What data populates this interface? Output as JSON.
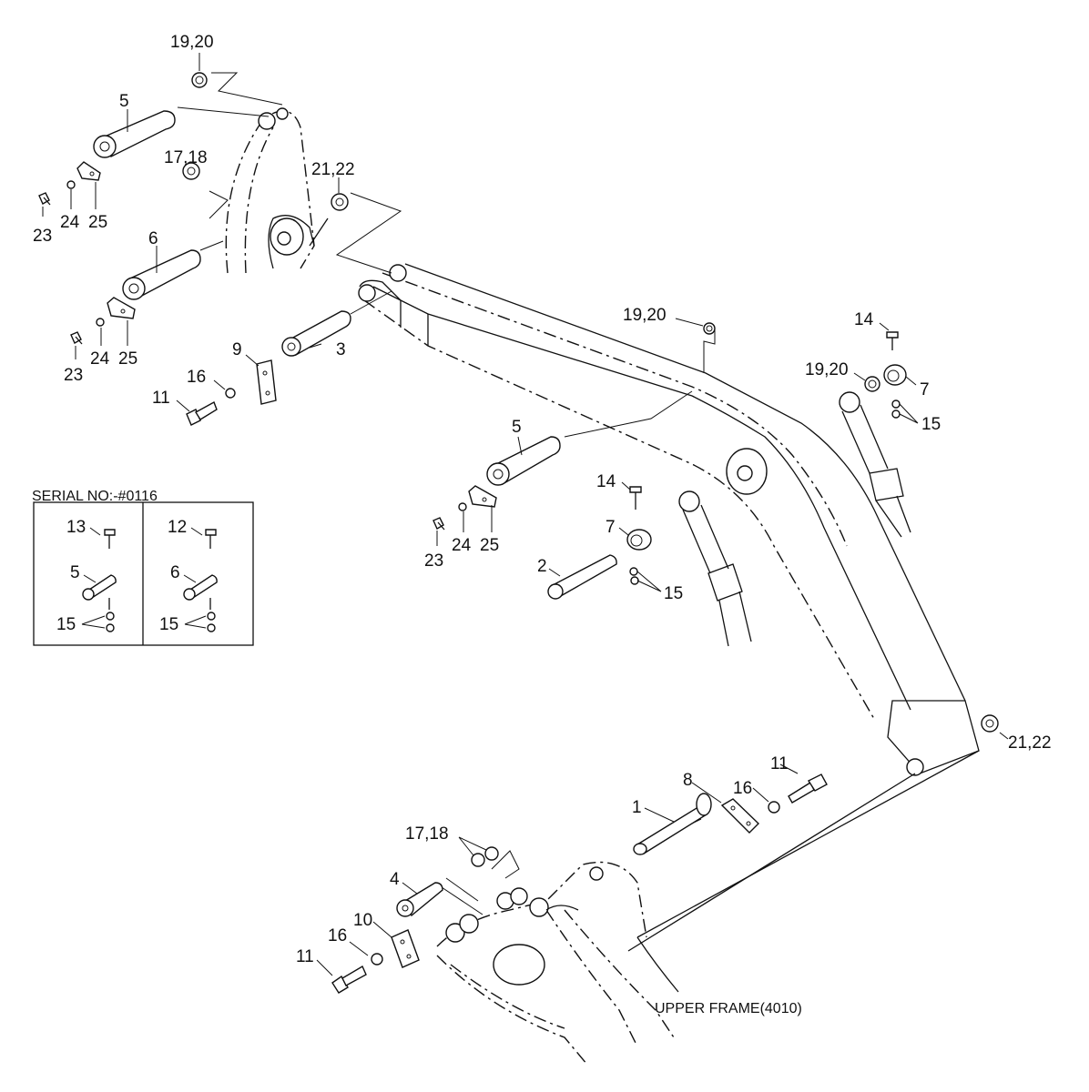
{
  "labels": {
    "l_19_20_top": "19,20",
    "l_5_top": "5",
    "l_17_18_top": "17,18",
    "l_21_22_top": "21,22",
    "l_23_a": "23",
    "l_24_a": "24",
    "l_25_a": "25",
    "l_6_top": "6",
    "l_23_b": "23",
    "l_24_b": "24",
    "l_25_b": "25",
    "l_9": "9",
    "l_3": "3",
    "l_16_a": "16",
    "l_11_a": "11",
    "l_19_20_mid": "19,20",
    "l_14_right": "14",
    "l_19_20_right": "19,20",
    "l_7_right": "7",
    "l_15_right": "15",
    "l_5_mid": "5",
    "l_23_c": "23",
    "l_24_c": "24",
    "l_25_c": "25",
    "l_14_mid": "14",
    "l_7_mid": "7",
    "l_2": "2",
    "l_15_mid": "15",
    "l_21_22_right": "21,22",
    "l_11_b": "11",
    "l_8": "8",
    "l_16_b": "16",
    "l_1": "1",
    "l_17_18_bottom": "17,18",
    "l_4": "4",
    "l_10": "10",
    "l_16_c": "16",
    "l_11_c": "11",
    "upper_frame": "UPPER FRAME(4010)"
  },
  "inset": {
    "serial": "SERIAL NO:-#0116",
    "left": {
      "bolt": "13",
      "pin": "5",
      "nuts": "15"
    },
    "right": {
      "bolt": "12",
      "pin": "6",
      "nuts": "15"
    }
  }
}
